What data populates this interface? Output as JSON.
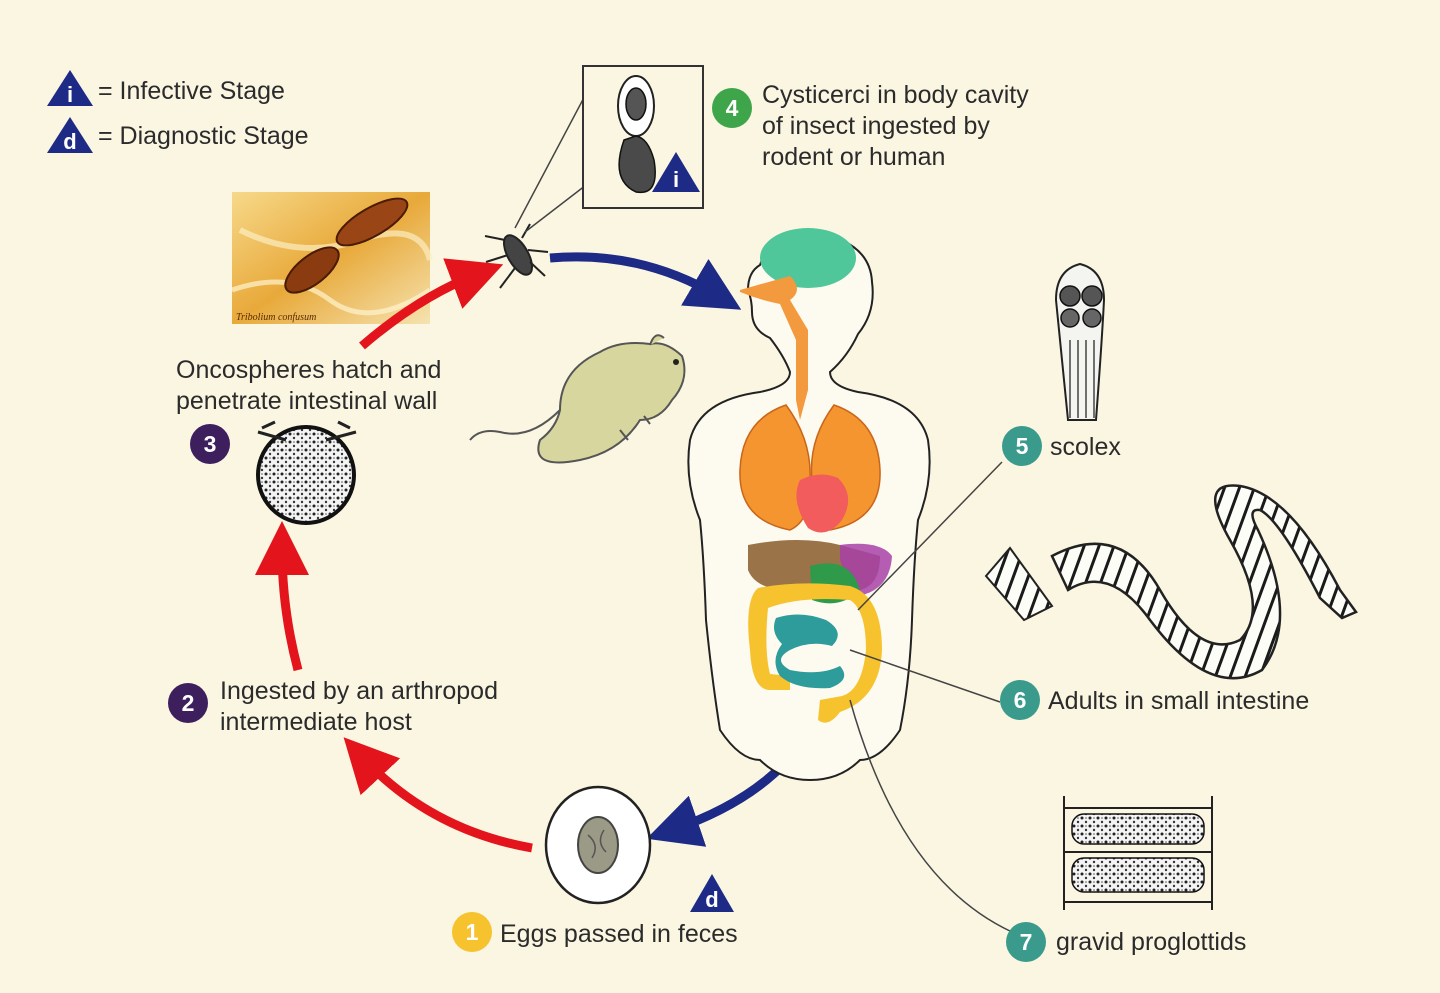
{
  "legend": {
    "infective_letter": "i",
    "infective_text": "= Infective Stage",
    "diagnostic_letter": "d",
    "diagnostic_text": "= Diagnostic Stage"
  },
  "photo_caption": "Tribolium confusum",
  "stages": [
    {
      "number": "1",
      "text": "Eggs passed in feces",
      "color": "#f6c22e"
    },
    {
      "number": "2",
      "text_lines": [
        "Ingested by an arthropod",
        "intermediate host"
      ],
      "color": "#3c1f5c"
    },
    {
      "number": "3",
      "text_lines": [
        "Oncospheres hatch and",
        "penetrate intestinal wall"
      ],
      "color": "#3c1f5c"
    },
    {
      "number": "4",
      "text_lines": [
        "Cysticerci in body cavity",
        "of insect ingested by",
        "rodent or human"
      ],
      "color": "#3fa54a"
    },
    {
      "number": "5",
      "text": "scolex",
      "color": "#3a9a8c"
    },
    {
      "number": "6",
      "text": "Adults in small intestine",
      "color": "#3a9a8c"
    },
    {
      "number": "7",
      "text": "gravid proglottids",
      "color": "#3a9a8c"
    }
  ],
  "markers": {
    "infective": "i",
    "diagnostic": "d"
  },
  "colors": {
    "background": "#fbf6e2",
    "human_cycle_arrow": "#1d2a86",
    "environment_arrow": "#e3141b",
    "triangle": "#1d2a86"
  }
}
